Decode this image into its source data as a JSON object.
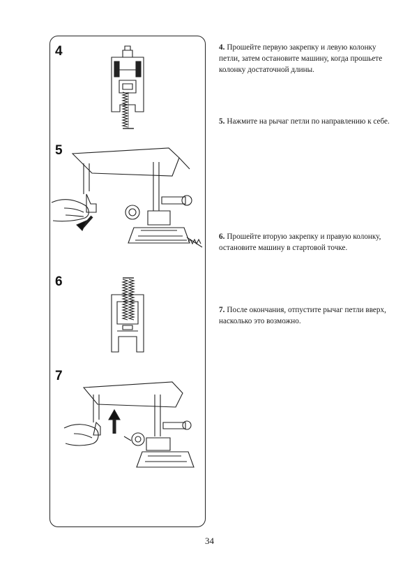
{
  "steps": [
    {
      "number": "4",
      "text": "Прошейте первую закрепку и левую колонку петли, затем остановите машину, когда прошьете колонку достаточной длины."
    },
    {
      "number": "5",
      "text": "Нажмите на рычаг петли по направлению к себе."
    },
    {
      "number": "6",
      "text": "Прошейте вторую закрепку и правую колонку, остановите машину в стартовой точке."
    },
    {
      "number": "7",
      "text": "После окончания, отпустите рычаг петли вверх, насколько это возможно."
    }
  ],
  "page_number": "34"
}
